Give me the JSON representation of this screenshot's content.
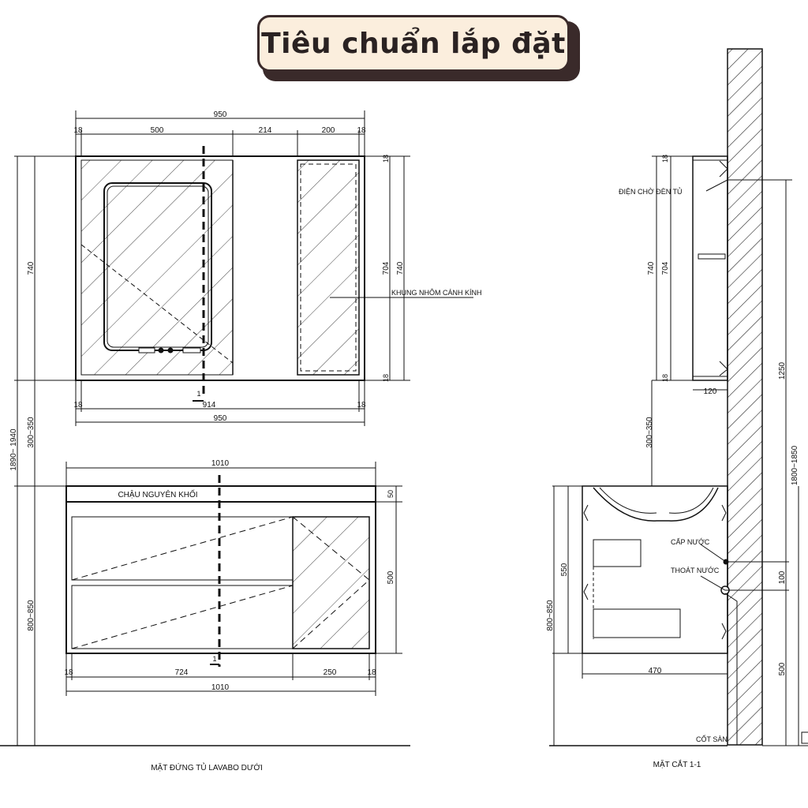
{
  "banner": {
    "title": "Tiêu chuẩn lắp đặt"
  },
  "front_view": {
    "caption": "MẶT ĐỨNG TỦ LAVABO DƯỚI",
    "mirror_cabinet": {
      "overall_width": "950",
      "left_panel": "18",
      "mirror_section": "500",
      "open_section": "214",
      "door_section": "200",
      "right_panel": "18",
      "overall_height": "740",
      "inner_height": "704",
      "right_height": "740",
      "top_panel": "18",
      "bottom_panel": "18",
      "inner_width": "914",
      "bottom_width": "950",
      "bottom_left_panel": "18",
      "bottom_right_panel": "18",
      "frame_note": "KHUNG NHÔM CÁNH KÍNH",
      "section_mark": "1"
    },
    "vanity": {
      "overall_width": "1010",
      "basin_label": "CHẬU NGUYÊN KHỐI",
      "basin_height": "50",
      "body_height": "500",
      "left_panel": "18",
      "drawer_section": "724",
      "door_section": "250",
      "right_panel": "18",
      "bottom_width": "1010",
      "section_mark": "1"
    },
    "side_dims": {
      "total_height": "1890~ 1940",
      "gap": "300~350",
      "vanity_top_height": "800~850"
    }
  },
  "section_view": {
    "caption": "MẶT CẮT 1-1",
    "power_note": "ĐIỆN CHỜ ĐÈN TỦ",
    "cabinet_height": "740",
    "cabinet_inner": "704",
    "top_panel": "18",
    "bottom_panel": "18",
    "depth": "120",
    "gap": "300~350",
    "outlet_height": "1250",
    "mirror_height": "1800~1850",
    "water_supply": "CẤP NƯỚC",
    "drain": "THOÁT NƯỚC",
    "vanity_height": "550",
    "vanity_top_height": "800~850",
    "supply_offset": "100",
    "drain_height": "500",
    "vanity_depth": "470",
    "floor_label": "CỐT SÀN"
  }
}
